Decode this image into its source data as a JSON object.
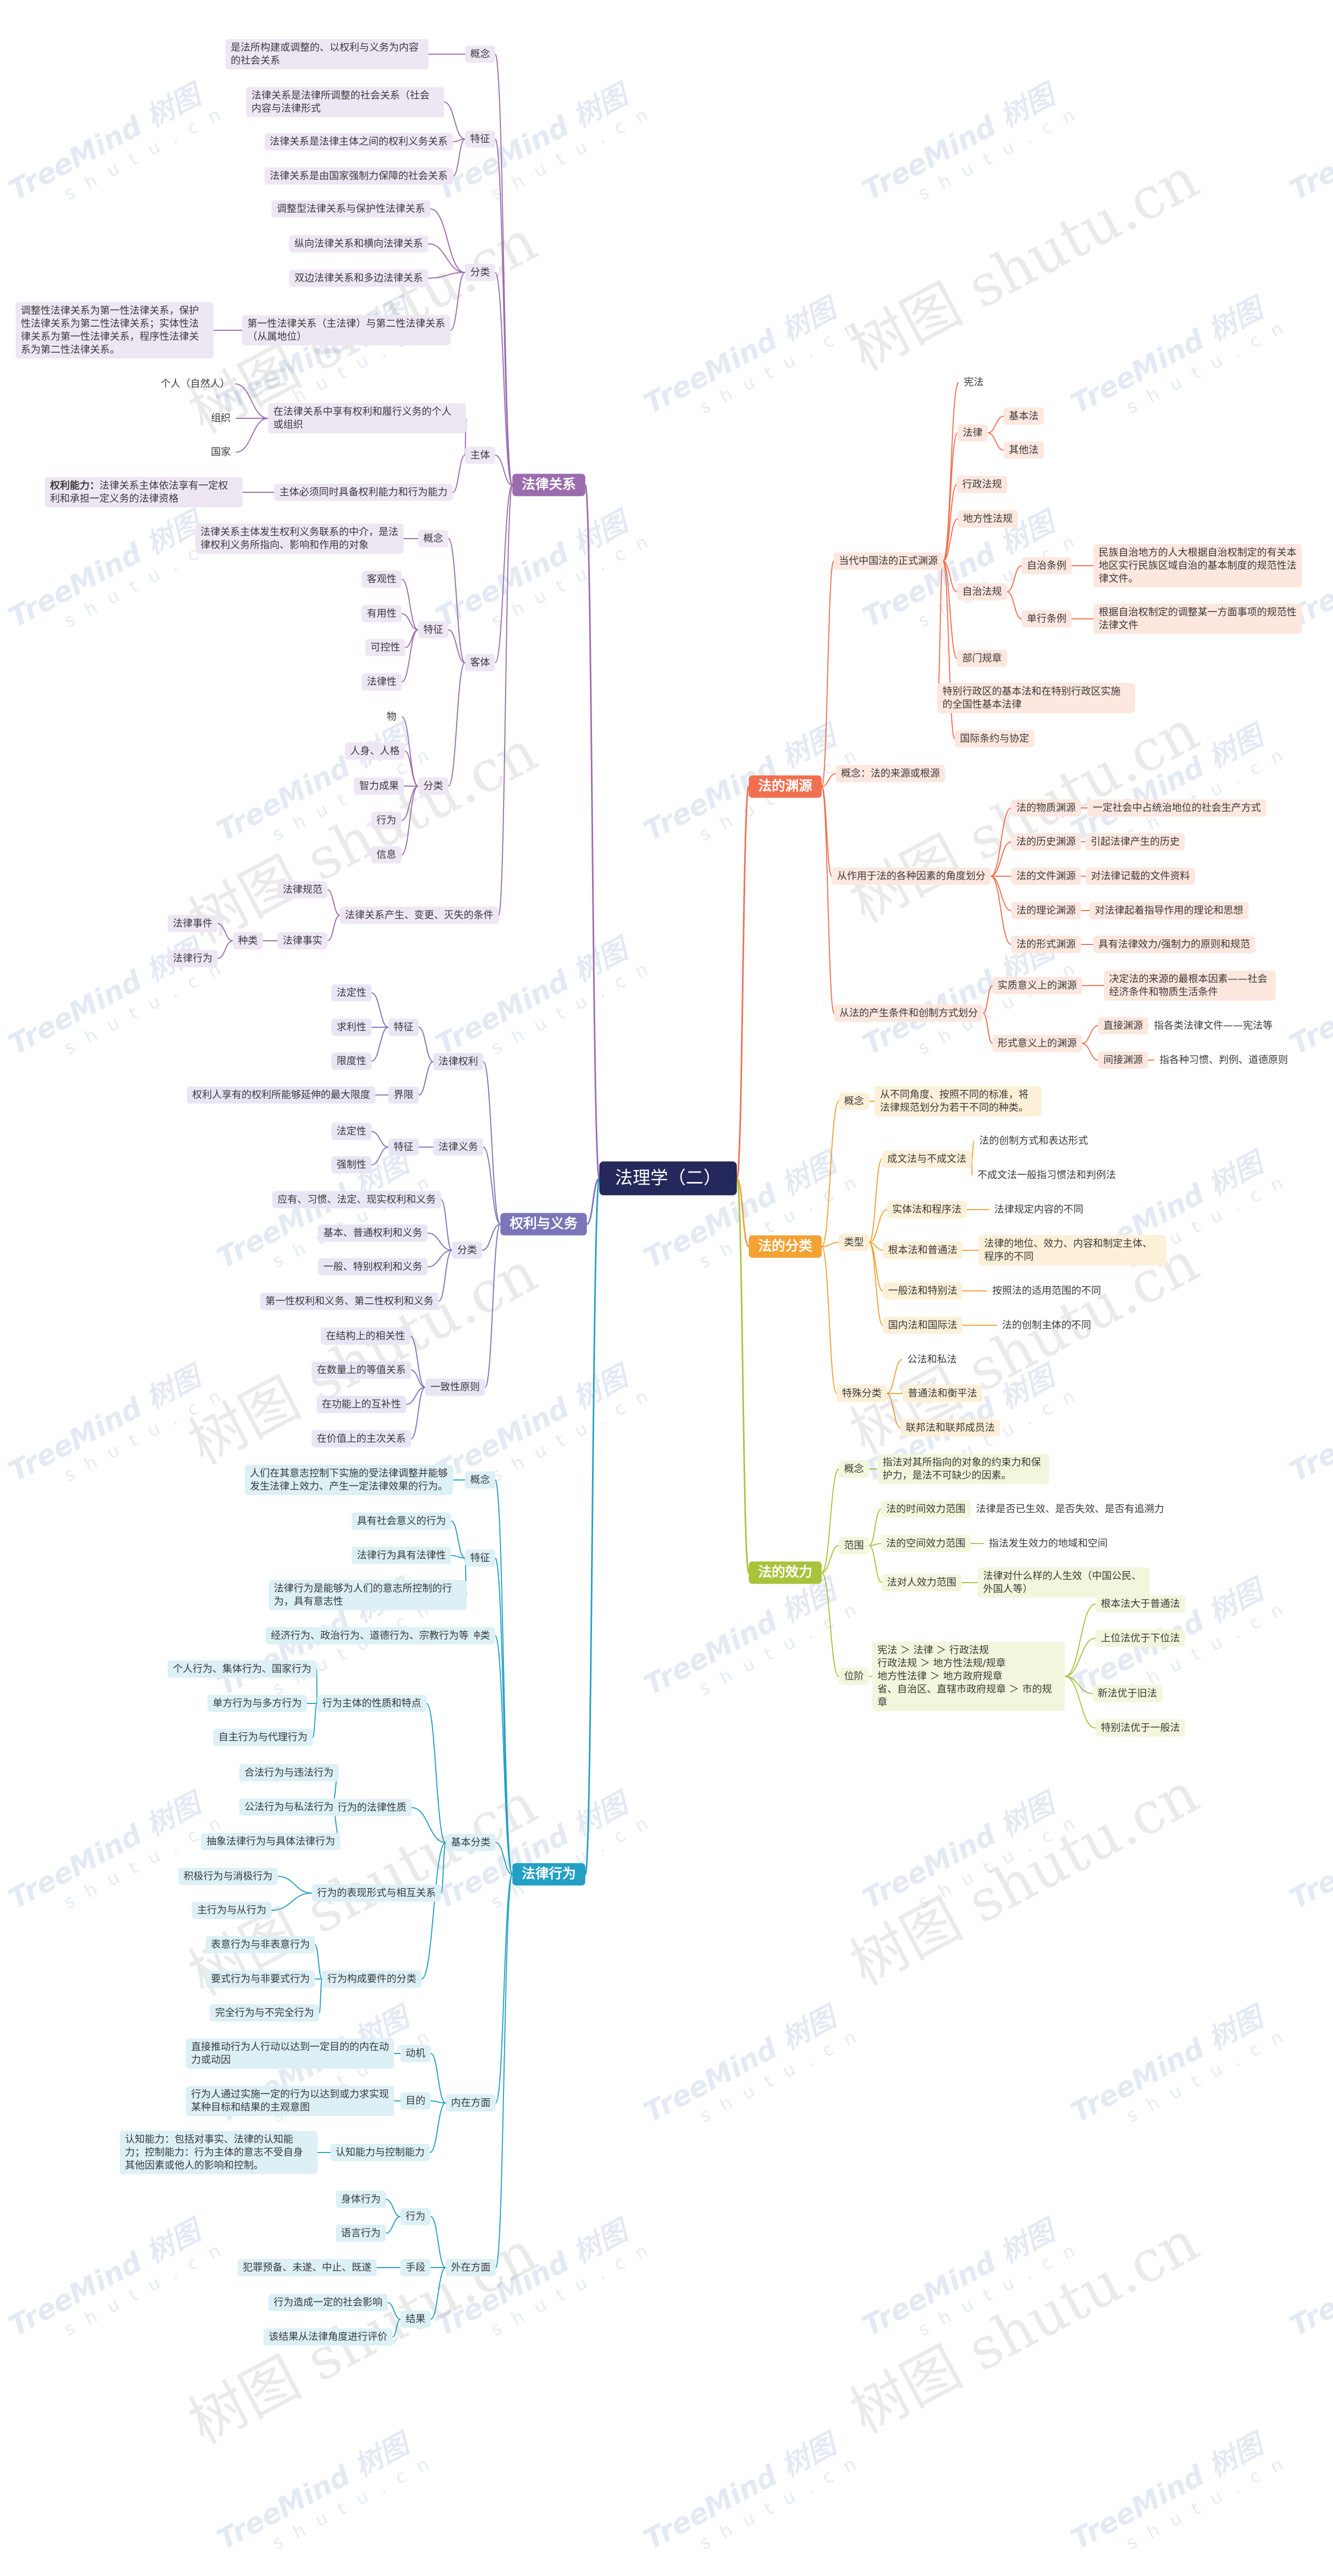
{
  "palette": {
    "pur": "#9b6cae",
    "blu": "#7a76b8",
    "cya": "#23a0c4",
    "red": "#f26f4f",
    "ora": "#f4a233",
    "grn": "#a8c43b",
    "root": "#24285b"
  },
  "watermark": {
    "brand": "TreeMind 树图",
    "sub": "s h u t u . c n",
    "big": "树图 shutu.cn"
  },
  "nodes": {
    "root": "法理学（二）",
    "l1_rel": "法律关系",
    "l1_rights": "权利与义务",
    "l1_act": "法律行为",
    "l1_src": "法的渊源",
    "l1_cls": "法的分类",
    "l1_eff": "法的效力",
    "rel_concept": "概念",
    "rel_concept_t": "是法所构建或调整的、以权利与义务为内容的社会关系",
    "rel_feat": "特征",
    "rel_feat_1": "法律关系是法律所调整的社会关系（社会内容与法律形式",
    "rel_feat_2": "法律关系是法律主体之间的权利义务关系",
    "rel_feat_3": "法律关系是由国家强制力保障的社会关系",
    "rel_cls": "分类",
    "rel_cls_1": "调整型法律关系与保护性法律关系",
    "rel_cls_2": "纵向法律关系和横向法律关系",
    "rel_cls_3": "双边法律关系和多边法律关系",
    "rel_cls_4": "第一性法律关系（主法律）与第二性法律关系（从属地位）",
    "rel_cls_4_t": "调整性法律关系为第一性法律关系，保护性法律关系为第二性法律关系；实体性法律关系为第一性法律关系，程序性法律关系为第二性法律关系。",
    "rel_sub": "主体",
    "rel_sub_1": "在法律关系中享有权利和履行义务的个人或组织",
    "rel_sub_1a": "个人（自然人）",
    "rel_sub_1b": "组织",
    "rel_sub_1c": "国家",
    "rel_sub_2": "主体必须同时具备权利能力和行为能力",
    "rel_sub_2_b": "权利能力：",
    "rel_sub_2_t": "法律关系主体依法享有一定权利和承担一定义务的法律资格",
    "rel_obj": "客体",
    "rel_obj_c": "概念",
    "rel_obj_ct": "法律关系主体发生权利义务联系的中介，是法律权利义务所指向、影响和作用的对象",
    "rel_obj_f": "特征",
    "rel_obj_f1": "客观性",
    "rel_obj_f2": "有用性",
    "rel_obj_f3": "可控性",
    "rel_obj_f4": "法律性",
    "rel_obj_k": "分类",
    "rel_obj_k1": "物",
    "rel_obj_k2": "人身、人格",
    "rel_obj_k3": "智力成果",
    "rel_obj_k4": "行为",
    "rel_obj_k5": "信息",
    "rel_cond": "法律关系产生、变更、灭失的条件",
    "rel_cond_1": "法律规范",
    "rel_cond_2": "法律事实",
    "rel_cond_2k": "种类",
    "rel_cond_2a": "法律事件",
    "rel_cond_2b": "法律行为",
    "rt_right": "法律权利",
    "rt_rf": "特征",
    "rt_rf1": "法定性",
    "rt_rf2": "求利性",
    "rt_rf3": "限度性",
    "rt_rl": "界限",
    "rt_rlt": "权利人享有的权利所能够延伸的最大限度",
    "rt_duty": "法律义务",
    "rt_df": "特征",
    "rt_df1": "法定性",
    "rt_df2": "强制性",
    "rt_cls": "分类",
    "rt_c1": "应有、习惯、法定、现实权利和义务",
    "rt_c2": "基本、普通权利和义务",
    "rt_c3": "一般、特别权利和义务",
    "rt_c4": "第一性权利和义务、第二性权利和义务",
    "rt_uni": "一致性原则",
    "rt_u1": "在结构上的相关性",
    "rt_u2": "在数量上的等值关系",
    "rt_u3": "在功能上的互补性",
    "rt_u4": "在价值上的主次关系",
    "ac_concept": "概念",
    "ac_concept_t": "人们在其意志控制下实施的受法律调整并能够发生法律上效力、产生一定法律效果的行为。",
    "ac_feat": "特征",
    "ac_f1": "具有社会意义的行为",
    "ac_f2": "法律行为具有法律性",
    "ac_f3": "法律行为是能够为人们的意志所控制的行为，具有意志性",
    "ac_kind": "种类",
    "ac_kind_t": "经济行为、政治行为、道德行为、宗教行为等",
    "ac_basic": "基本分类",
    "ac_b1": "行为主体的性质和特点",
    "ac_b1a": "个人行为、集体行为、国家行为",
    "ac_b1b": "单方行为与多方行为",
    "ac_b1c": "自主行为与代理行为",
    "ac_b2": "行为的法律性质",
    "ac_b2a": "合法行为与违法行为",
    "ac_b2b": "公法行为与私法行为",
    "ac_b2c": "抽象法律行为与具体法律行为",
    "ac_b3": "行为的表现形式与相互关系",
    "ac_b3a": "积极行为与消极行为",
    "ac_b3b": "主行为与从行为",
    "ac_b4": "行为构成要件的分类",
    "ac_b4a": "表意行为与非表意行为",
    "ac_b4b": "要式行为与非要式行为",
    "ac_b4c": "完全行为与不完全行为",
    "ac_in": "内在方面",
    "ac_in1": "动机",
    "ac_in1t": "直接推动行为人行动以达到一定目的的内在动力或动因",
    "ac_in2": "目的",
    "ac_in2t": "行为人通过实施一定的行为以达到或力求实现某种目标和结果的主观意图",
    "ac_in3": "认知能力与控制能力",
    "ac_in3t": "认知能力：包括对事实、法律的认知能力；控制能力：行为主体的意志不受自身其他因素或他人的影响和控制。",
    "ac_out": "外在方面",
    "ac_o1": "行为",
    "ac_o1a": "身体行为",
    "ac_o1b": "语言行为",
    "ac_o2": "手段",
    "ac_o2t": "犯罪预备、未遂、中止、既遂",
    "ac_o3": "结果",
    "ac_o3a": "行为造成一定的社会影响",
    "ac_o3b": "该结果从法律角度进行评价",
    "sr_formal": "当代中国法的正式渊源",
    "sr_f1": "宪法",
    "sr_f2": "法律",
    "sr_f2a": "基本法",
    "sr_f2b": "其他法",
    "sr_f3": "行政法规",
    "sr_f4": "地方性法规",
    "sr_f5": "自治法规",
    "sr_f5a": "自治条例",
    "sr_f5at": "民族自治地方的人大根据自治权制定的有关本地区实行民族区域自治的基本制度的规范性法律文件。",
    "sr_f5b": "单行条例",
    "sr_f5bt": "根据自治权制定的调整某一方面事项的规范性法律文件",
    "sr_f6": "部门规章",
    "sr_f7": "特别行政区的基本法和在特别行政区实施的全国性基本法律",
    "sr_f8": "国际条约与协定",
    "sr_concept": "概念：法的来源或根源",
    "sr_role": "从作用于法的各种因素的角度划分",
    "sr_r1": "法的物质渊源",
    "sr_r1t": "一定社会中占统治地位的社会生产方式",
    "sr_r2": "法的历史渊源",
    "sr_r2t": "引起法律产生的历史",
    "sr_r3": "法的文件渊源",
    "sr_r3t": "对法律记载的文件资料",
    "sr_r4": "法的理论渊源",
    "sr_r4t": "对法律起着指导作用的理论和思想",
    "sr_r5": "法的形式渊源",
    "sr_r5t": "具有法律效力/强制力的原则和规范",
    "sr_cond": "从法的产生条件和创制方式划分",
    "sr_c1": "实质意义上的渊源",
    "sr_c1t": "决定法的来源的最根本因素——社会经济条件和物质生活条件",
    "sr_c2": "形式意义上的渊源",
    "sr_c2a": "直接渊源",
    "sr_c2at": "指各类法律文件——宪法等",
    "sr_c2b": "间接渊源",
    "sr_c2bt": "指各种习惯、判例、道德原则",
    "cl_concept": "概念",
    "cl_concept_t": "从不同角度、按照不同的标准，将法律规范划分为若干不同的种类。",
    "cl_type": "类型",
    "cl_t1": "成文法与不成文法",
    "cl_t1a": "法的创制方式和表达形式",
    "cl_t1b": "不成文法一般指习惯法和判例法",
    "cl_t2": "实体法和程序法",
    "cl_t2t": "法律规定内容的不同",
    "cl_t3": "根本法和普通法",
    "cl_t3t": "法律的地位、效力、内容和制定主体、程序的不同",
    "cl_t4": "一般法和特别法",
    "cl_t4t": "按照法的适用范围的不同",
    "cl_t5": "国内法和国际法",
    "cl_t5t": "法的创制主体的不同",
    "cl_sp": "特殊分类",
    "cl_s1": "公法和私法",
    "cl_s2": "普通法和衡平法",
    "cl_s3": "联邦法和联邦成员法",
    "ef_concept": "概念",
    "ef_concept_t": "指法对其所指向的对象的约束力和保护力，是法不可缺少的因素。",
    "ef_range": "范围",
    "ef_r1": "法的时间效力范围",
    "ef_r1t": "法律是否已生效、是否失效、是否有追溯力",
    "ef_r2": "法的空间效力范围",
    "ef_r2t": "指法发生效力的地域和空间",
    "ef_r3": "法对人效力范围",
    "ef_r3t": "法律对什么样的人生效（中国公民、外国人等）",
    "ef_rank": "位阶",
    "ef_rank_t": "宪法 ＞ 法律 ＞ 行政法规\n行政法规 ＞ 地方性法规/规章\n地方性法律 ＞ 地方政府规章\n省、自治区、直辖市政府规章 ＞ 市的规章",
    "ef_k1": "根本法大于普通法",
    "ef_k2": "上位法优于下位法",
    "ef_k3": "新法优于旧法",
    "ef_k4": "特别法优于一般法"
  }
}
